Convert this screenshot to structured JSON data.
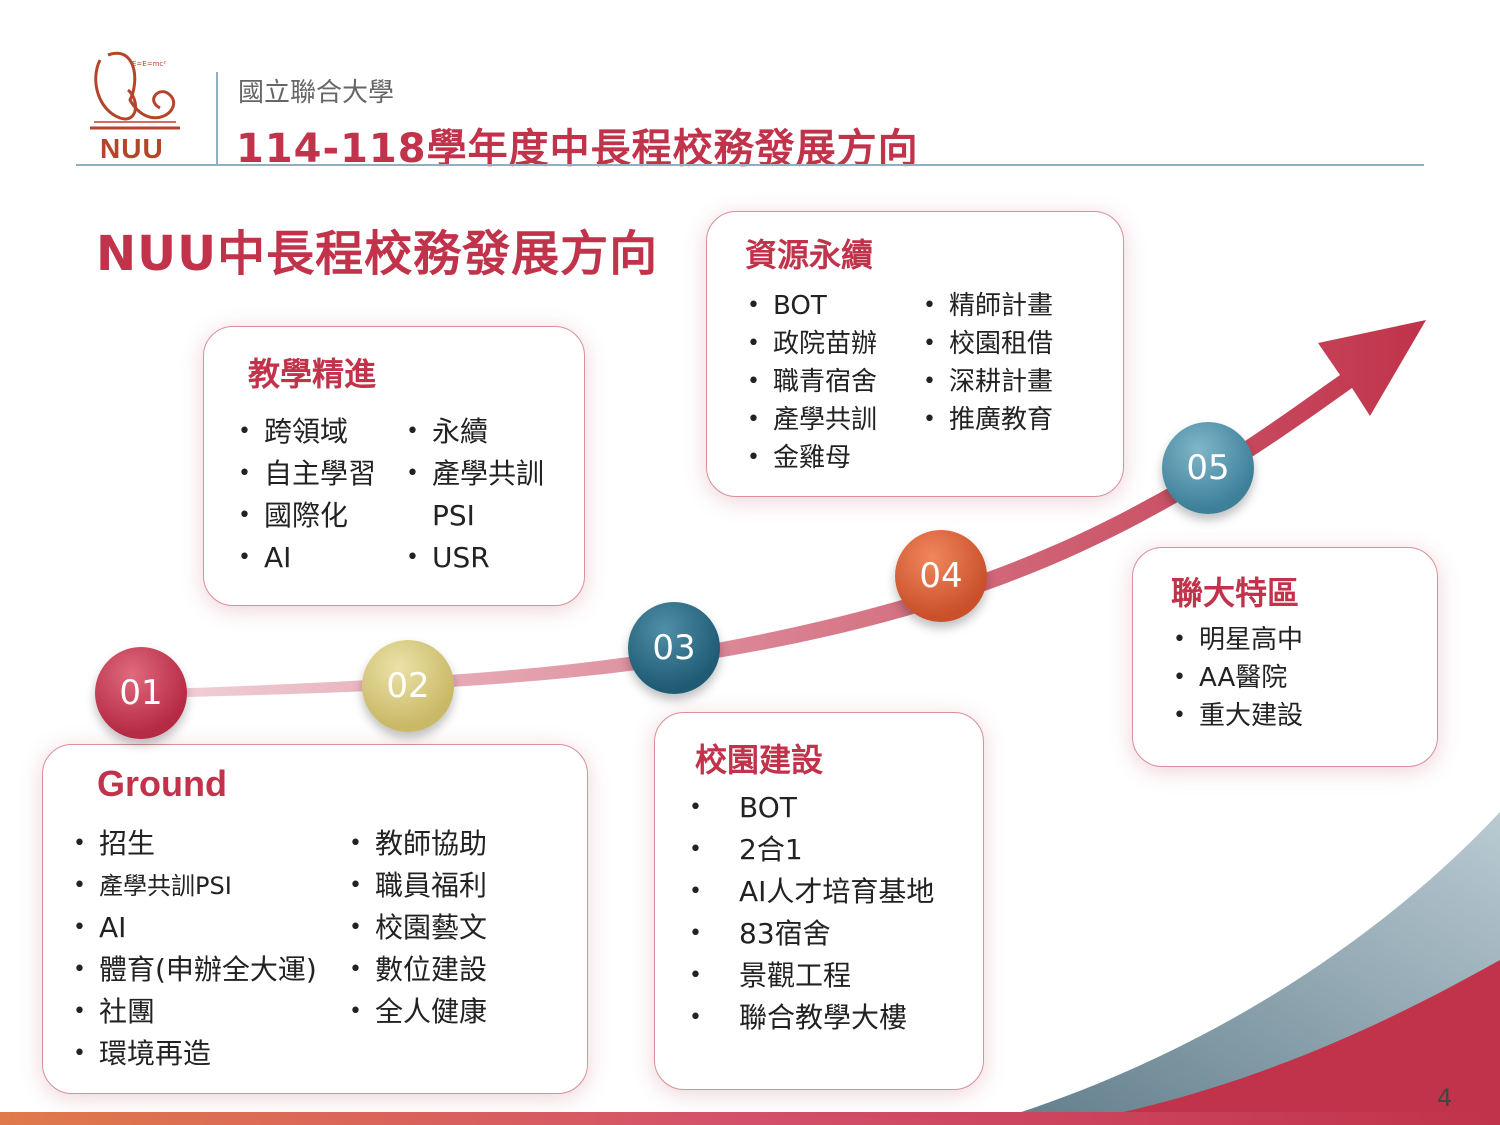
{
  "header": {
    "logo_text": "NUU",
    "logo_formula": "E=E=mc²",
    "university": "國立聯合大學",
    "title": "114-118學年度中長程校務發展方向"
  },
  "main_heading": "NUU中長程校務發展方向",
  "colors": {
    "accent": "#c0334a",
    "rule": "#8fb0c0"
  },
  "nodes": [
    "01",
    "02",
    "03",
    "04",
    "05"
  ],
  "cards": {
    "teaching": {
      "title": "教學精進",
      "col1": [
        "跨領域",
        "自主學習",
        "國際化",
        "AI"
      ],
      "col2": [
        "永續",
        "產學共訓",
        "PSI",
        "USR"
      ]
    },
    "resources": {
      "title": "資源永續",
      "col1": [
        "BOT",
        "政院苗辦",
        "職青宿舍",
        "產學共訓",
        "金雞母"
      ],
      "col2": [
        "精師計畫",
        "校園租借",
        "深耕計畫",
        "推廣教育"
      ]
    },
    "ground": {
      "title": "Ground",
      "col1": [
        "招生",
        "產學共訓PSI",
        "AI",
        "體育(申辦全大運)",
        "社團",
        "環境再造"
      ],
      "col2": [
        "教師協助",
        "職員福利",
        "校園藝文",
        "數位建設",
        "全人健康"
      ]
    },
    "campus": {
      "title": "校園建設",
      "items": [
        "BOT",
        "2合1",
        "AI人才培育基地",
        "83宿舍",
        "景觀工程",
        "聯合教學大樓"
      ]
    },
    "special": {
      "title": "聯大特區",
      "items": [
        "明星高中",
        "AA醫院",
        "重大建設"
      ]
    }
  },
  "page_number": "4"
}
